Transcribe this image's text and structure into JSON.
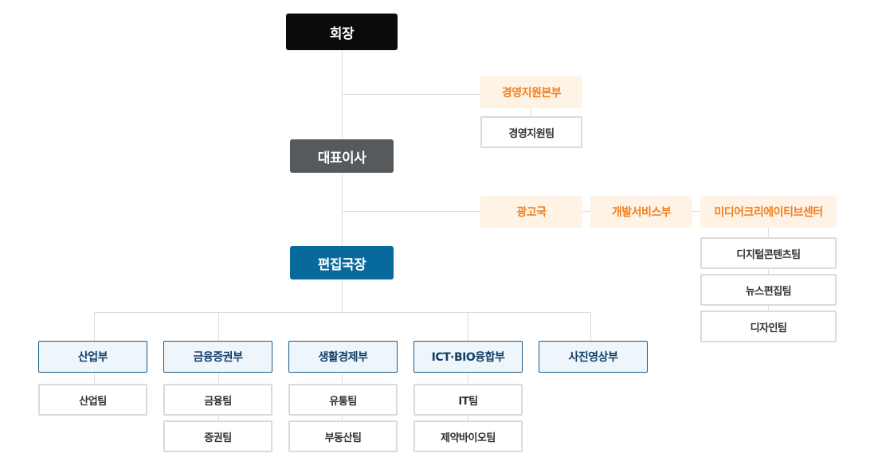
{
  "chairman": "회장",
  "ceo": "대표이사",
  "editor_in_chief": "편집국장",
  "management": {
    "division": "경영지원본부",
    "teams": [
      "경영지원팀"
    ]
  },
  "bureaus": [
    "광고국",
    "개발서비스부",
    "미디어크리에이티브센터"
  ],
  "media_center_teams": [
    "디지털콘텐츠팀",
    "뉴스편집팀",
    "디자인팀"
  ],
  "departments": [
    {
      "name": "산업부",
      "teams": [
        "산업팀"
      ]
    },
    {
      "name": "금융증권부",
      "teams": [
        "금융팀",
        "증권팀"
      ]
    },
    {
      "name": "생활경제부",
      "teams": [
        "유통팀",
        "부동산팀"
      ]
    },
    {
      "name": "ICT·BIO융합부",
      "teams": [
        "IT팀",
        "제약바이오팀"
      ]
    },
    {
      "name": "사진영상부",
      "teams": []
    }
  ],
  "colors": {
    "chairman": "#0b0b0b",
    "ceo": "#575a5d",
    "editor_in_chief": "#08699c",
    "orange_text": "#f07f1f",
    "orange_bg": "#fff3e6",
    "dept_border": "#1a5a86",
    "dept_bg": "#eef5fb",
    "connector": "#dcdcdc"
  }
}
